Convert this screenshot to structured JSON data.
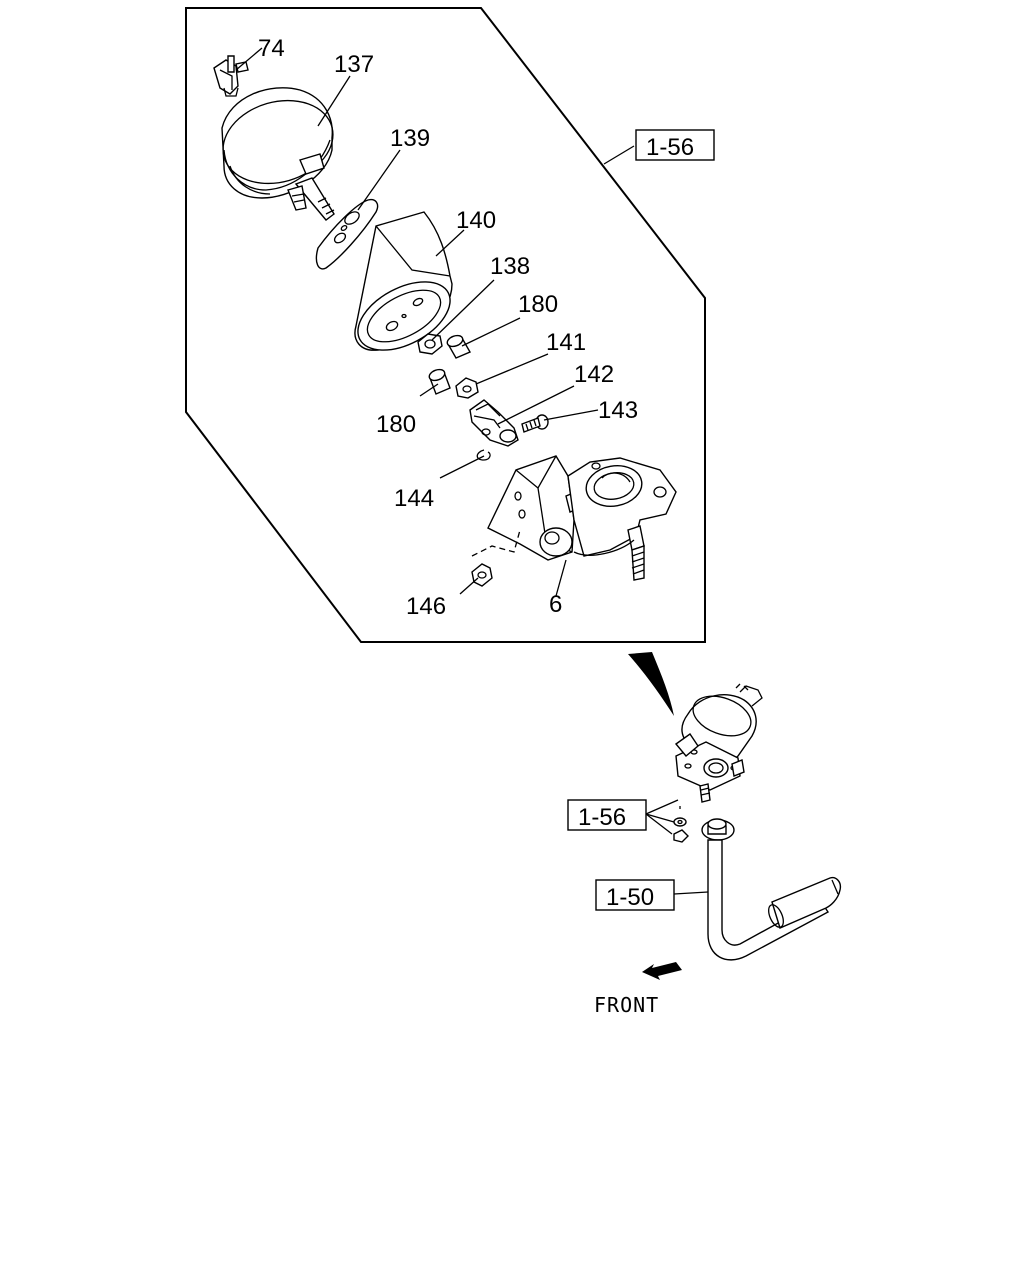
{
  "diagram": {
    "part_labels": {
      "p74": "74",
      "p137": "137",
      "p139": "139",
      "p140": "140",
      "p138": "138",
      "p180a": "180",
      "p141": "141",
      "p142": "142",
      "p143": "143",
      "p180b": "180",
      "p144": "144",
      "p146": "146",
      "p6": "6"
    },
    "reference_boxes": {
      "ref_top": "1-56",
      "ref_mid": "1-56",
      "ref_pipe": "1-50"
    },
    "direction_label": "FRONT"
  }
}
